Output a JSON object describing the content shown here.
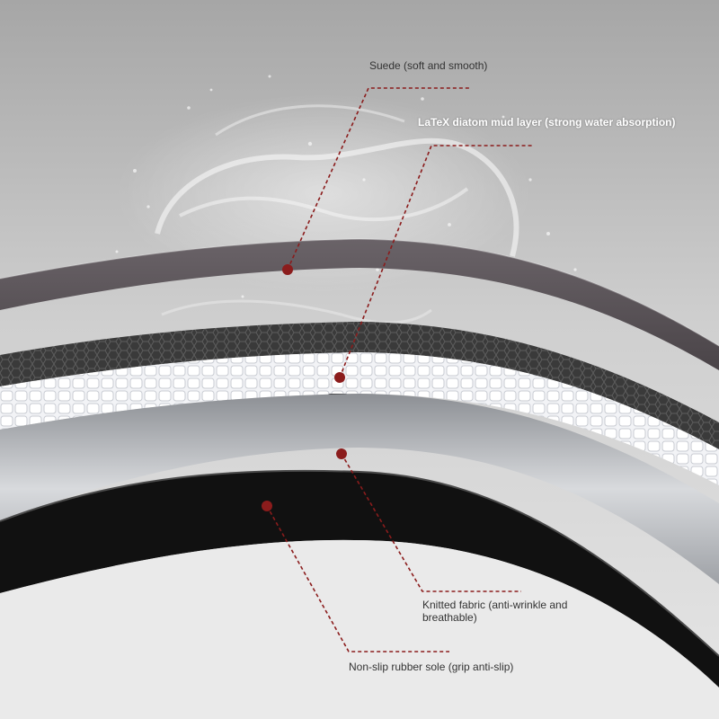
{
  "diagram": {
    "labels": {
      "suede": "Suede (soft and smooth)",
      "latex": "LaTeX diatom mud layer (strong water absorption)",
      "knitted": "Knitted fabric (anti-wrinkle and breathable)",
      "rubber": "Non-slip rubber sole (grip anti-slip)"
    },
    "colors": {
      "leader": "#8b1c1c",
      "dot": "#8b1c1c",
      "suede_layer": "#5a5458",
      "foam_layer": "#e8eaee",
      "fabric_layer": "#b8bbc0",
      "rubber_layer": "#111111",
      "background_top": "#a8a8a8",
      "background_bottom": "#e6e6e6"
    }
  }
}
